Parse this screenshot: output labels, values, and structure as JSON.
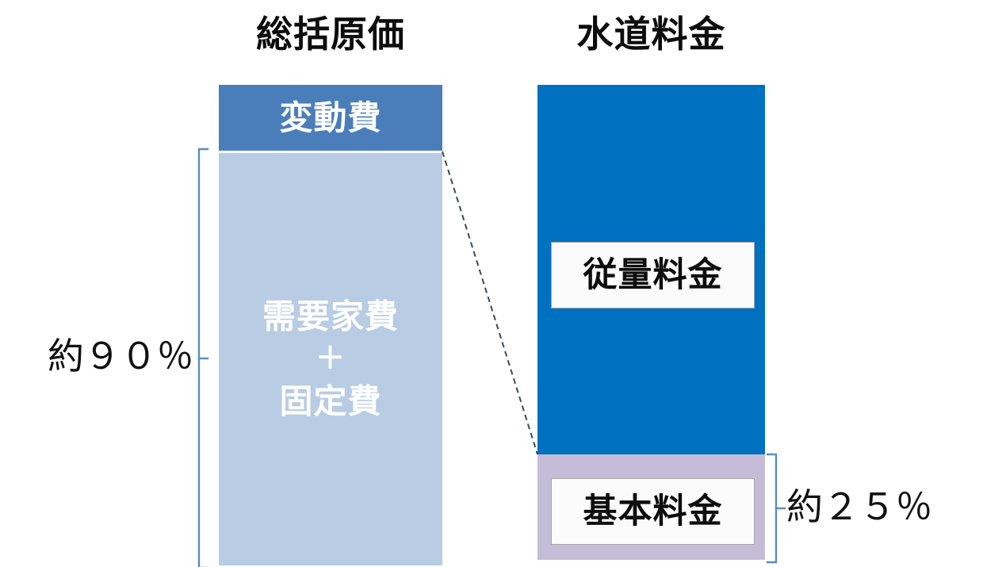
{
  "diagram": {
    "columns": {
      "left": {
        "title": "総括原価",
        "segments": {
          "variable": {
            "label": "変動費"
          },
          "fixed": {
            "line1": "需要家費",
            "line2": "＋",
            "line3": "固定費"
          }
        },
        "bracket_caption": "約９０％"
      },
      "right": {
        "title": "水道料金",
        "segments": {
          "usage": {
            "label": "従量料金"
          },
          "base": {
            "label": "基本料金"
          }
        },
        "bracket_caption": "約２５％"
      }
    },
    "colors": {
      "variable_cost": "#4a7ebb",
      "fixed_cost": "#b8cce4",
      "usage_charge": "#0070c0",
      "base_charge": "#c5bdd8",
      "bracket": "#5b8db8",
      "connector": "#3b4a5a",
      "inner_box_fill": "#fbfbfb",
      "inner_box_border": "#a6a6a6",
      "text_dark": "#0d0d0d",
      "text_light": "#ffffff"
    }
  }
}
